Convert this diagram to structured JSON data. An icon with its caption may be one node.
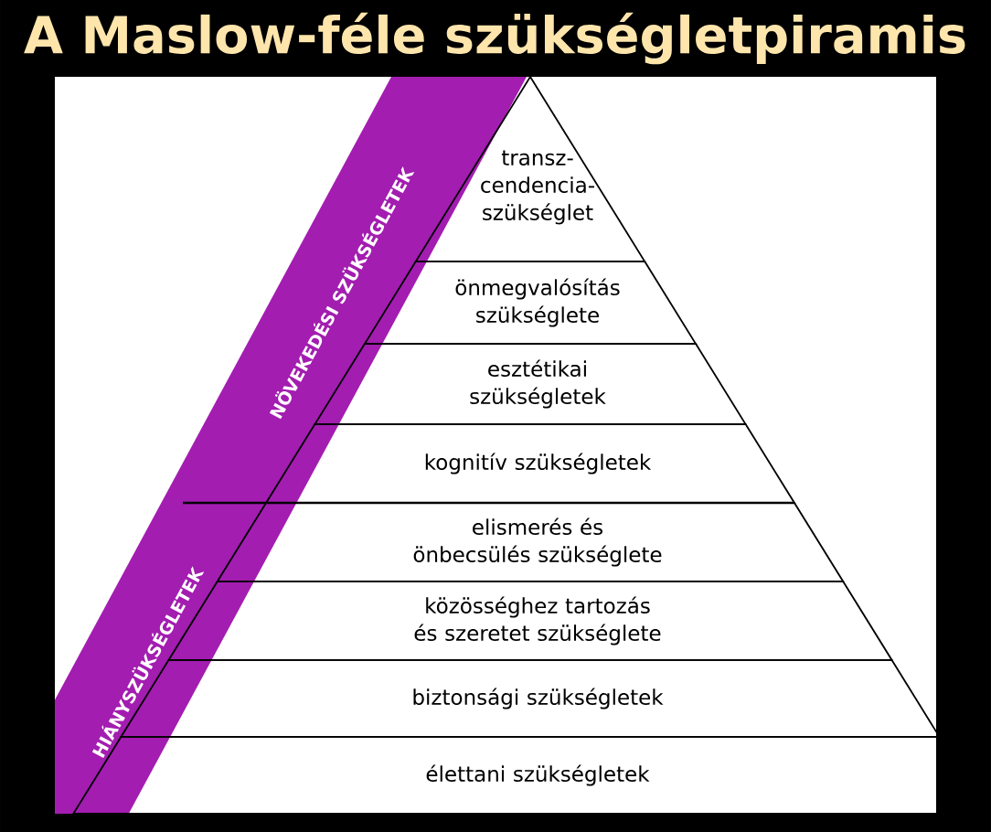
{
  "diagram": {
    "title": "A Maslow-féle szükségletpiramis",
    "nodes": [
      {
        "text": [
          "transz- cendencia- szükséglet"
        ]
      },
      {
        "text": [
          "önmegvalósítás szükséglete"
        ]
      },
      {
        "text": [
          "esztétikai szükségletek"
        ]
      },
      {
        "text": [
          "kognitív szükségletek"
        ]
      },
      {
        "text": [
          "elismerés és önbecsülés szükséglete"
        ]
      },
      {
        "text": [
          "közösséghez tartozás és szeretet szükséglete"
        ]
      },
      {
        "text": [
          "biztonsági szükségletek"
        ]
      },
      {
        "text": [
          "élettani szükségletek"
        ]
      },
      {
        "text": [
          "NÖVEKEDÉSI SZÜKSÉGLETEK"
        ]
      },
      {
        "text": [
          "HIÁNYSZÜKSÉGLETEK"
        ]
      }
    ]
  }
}
